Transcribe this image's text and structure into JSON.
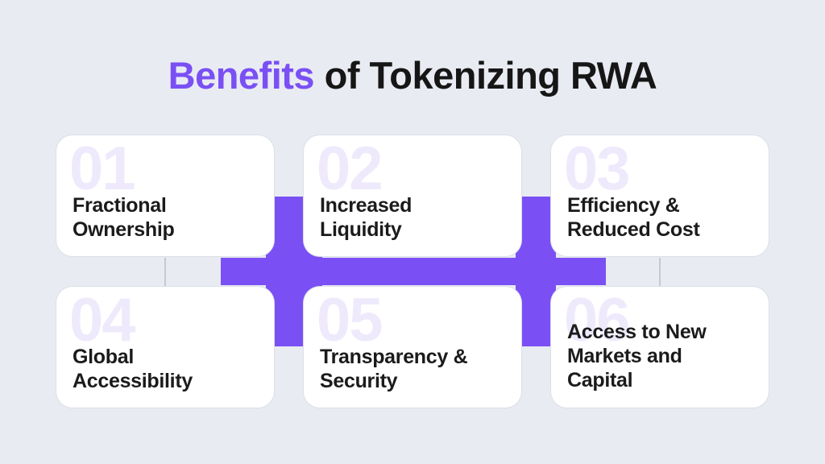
{
  "title": {
    "accent": "Benefits",
    "rest": " of Tokenizing RWA"
  },
  "colors": {
    "accent": "#7a50f4",
    "background": "#e9ebf2",
    "card": "#ffffff",
    "number_watermark": "#eeeafc",
    "text": "#161616"
  },
  "cards": [
    {
      "number": "01",
      "lines": [
        "Fractional",
        "Ownership"
      ]
    },
    {
      "number": "02",
      "lines": [
        "Increased",
        "Liquidity"
      ]
    },
    {
      "number": "03",
      "lines": [
        "Efficiency &",
        "Reduced Cost"
      ]
    },
    {
      "number": "04",
      "lines": [
        "Global",
        "Accessibility"
      ]
    },
    {
      "number": "05",
      "lines": [
        "Transparency &",
        "Security"
      ]
    },
    {
      "number": "06",
      "lines": [
        "Access to New",
        "Markets and",
        "Capital"
      ]
    }
  ]
}
